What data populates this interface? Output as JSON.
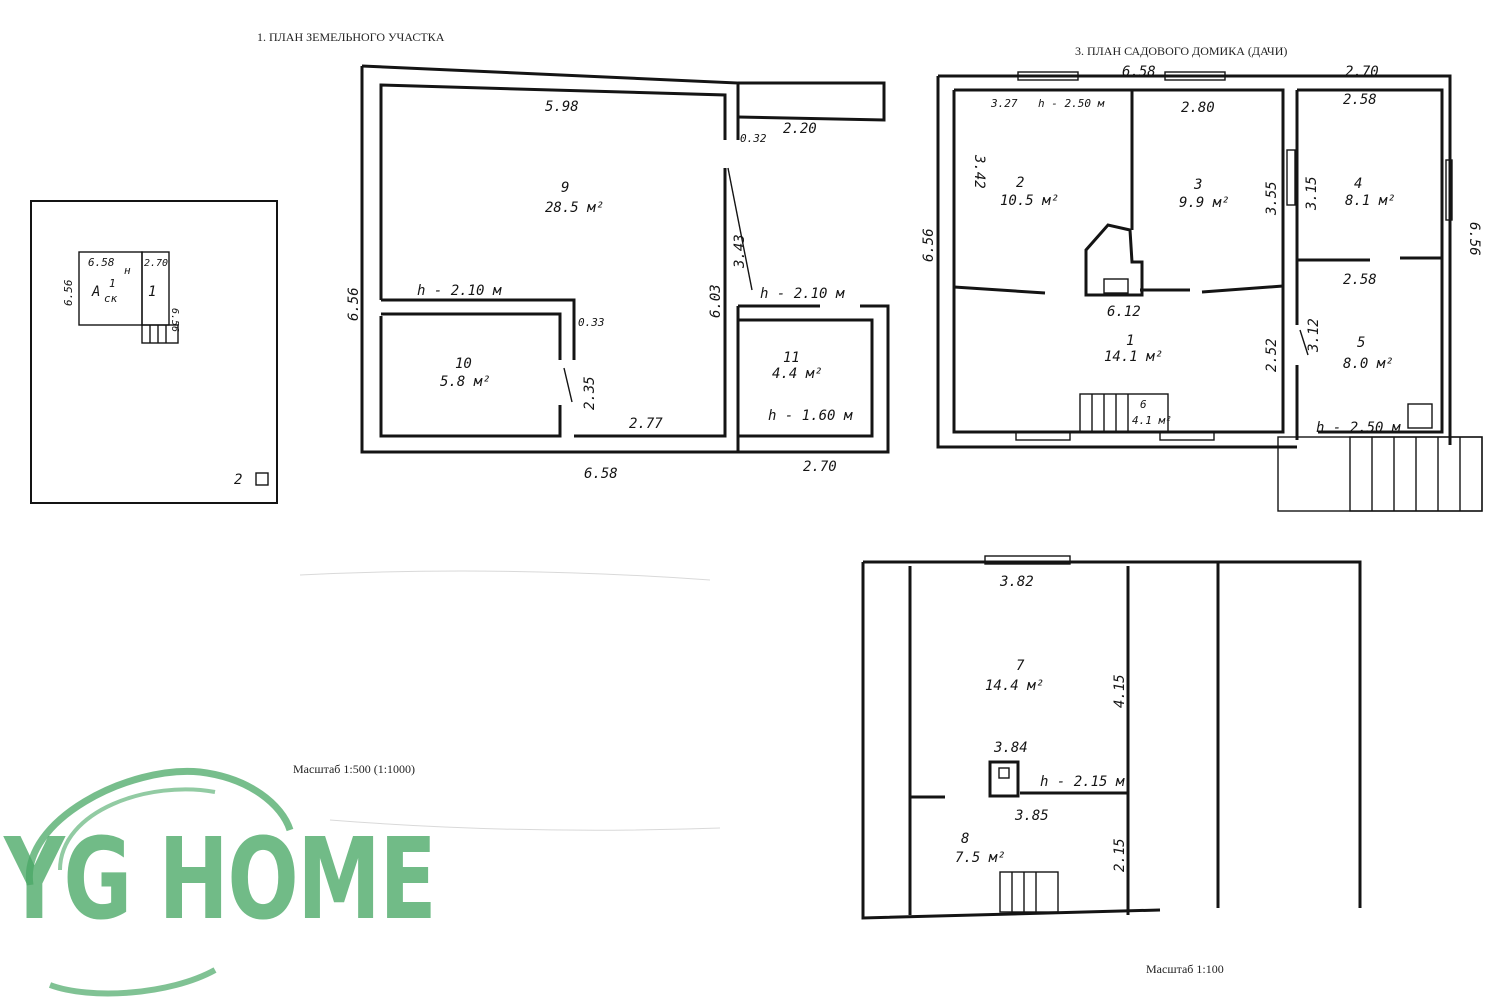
{
  "headings": {
    "land_plot": "1. ПЛАН ЗЕМЕЛЬНОГО УЧАСТКА",
    "house_plan": "3. ПЛАН САДОВОГО ДОМИКА (ДАЧИ)"
  },
  "scales": {
    "site": "Масштаб 1:500 (1:1000)",
    "house": "Масштаб 1:100"
  },
  "logo": {
    "text": "YG HOME",
    "color": "#4aa866"
  },
  "site_plan": {
    "dims": [
      "6.58",
      "2.70",
      "6.56",
      "6.56"
    ],
    "label_a": "А",
    "label_a_sup": "н",
    "label_a_num": "1",
    "label_a_den": "ск",
    "label_1": "1",
    "label_2": "2"
  },
  "ground_floor": {
    "dims": {
      "top_left": "5.98",
      "top_right": "2.20",
      "wall_open": "0.32",
      "left_height": "6.56",
      "opening_9": "3.43",
      "mid_height": "6.03",
      "h_left": "h - 2.10 м",
      "h_mid": "h - 2.10 м",
      "wall_small": "0.33",
      "door_10": "2.35",
      "bottom_mid": "2.77",
      "h_11": "h - 1.60 м",
      "bottom_total": "6.58",
      "bottom_right": "2.70"
    },
    "rooms": [
      {
        "num": "9",
        "area": "28.5 м²"
      },
      {
        "num": "10",
        "area": "5.8 м²"
      },
      {
        "num": "11",
        "area": "4.4 м²"
      }
    ]
  },
  "house": {
    "dims": {
      "top": "6.58",
      "top_right": "2.70",
      "h_top": "h - 2.50 м",
      "left_top": "3.27",
      "r3_top": "2.80",
      "r4_top": "2.58",
      "left_height": "6.56",
      "right_height": "6.56",
      "r2_height": "3.42",
      "r3_height": "3.55",
      "r4_height": "3.15",
      "r5_top": "2.58",
      "mid_width": "6.12",
      "r1_right": "2.52",
      "r5_left": "3.12",
      "h_bottom": "h - 2.50 м"
    },
    "rooms": [
      {
        "num": "2",
        "area": "10.5 м²"
      },
      {
        "num": "3",
        "area": "9.9 м²"
      },
      {
        "num": "4",
        "area": "8.1 м²"
      },
      {
        "num": "1",
        "area": "14.1 м²"
      },
      {
        "num": "5",
        "area": "8.0 м²"
      },
      {
        "num": "6",
        "area": "4.1 м²"
      }
    ]
  },
  "attic": {
    "dims": {
      "top": "3.82",
      "r7_height": "4.15",
      "mid": "3.84",
      "h": "h - 2.15 м",
      "mid2": "3.85",
      "r8_height": "2.15"
    },
    "rooms": [
      {
        "num": "7",
        "area": "14.4 м²"
      },
      {
        "num": "8",
        "area": "7.5 м²"
      }
    ]
  }
}
